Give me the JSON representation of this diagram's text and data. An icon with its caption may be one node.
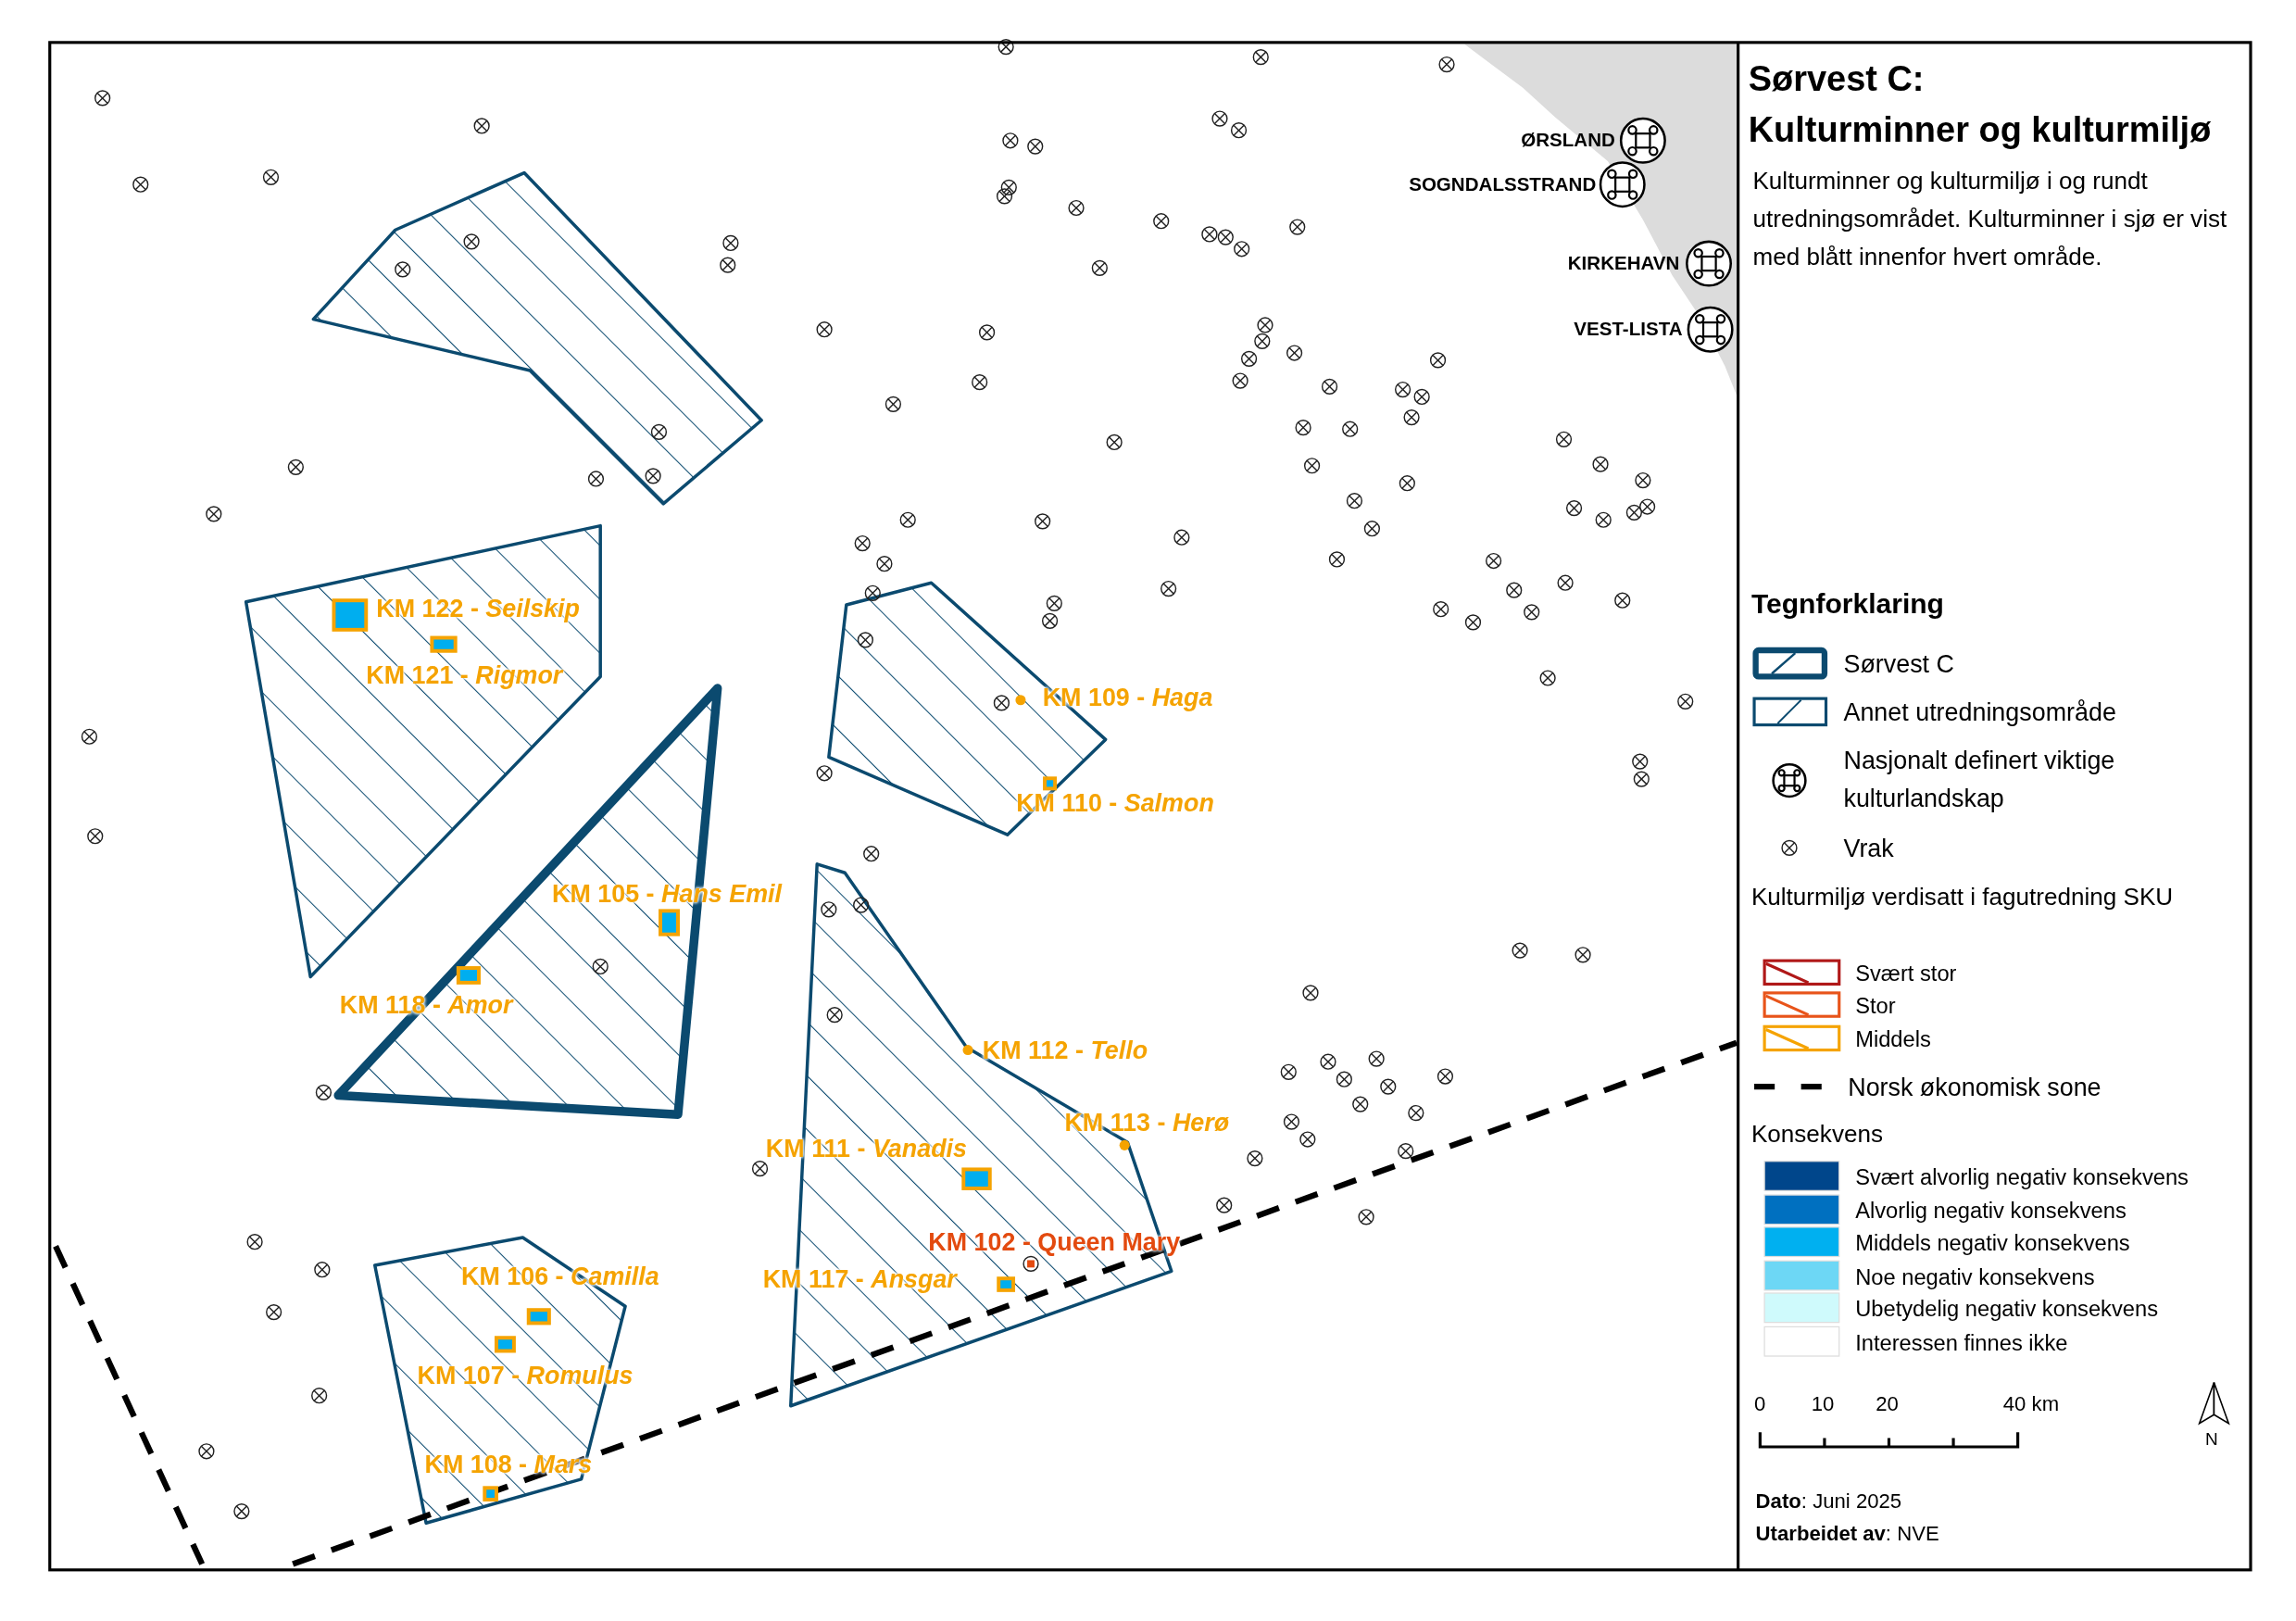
{
  "diagram": {
    "title": "Sørvest C: Kulturminner og kulturmiljø",
    "labels": [
      "Kulturminner og kulturmiljø i og rundt utredningsområdet. Kulturminner i sjø er vist med blått innenfor hvert område.",
      "ØRSLAND",
      "SOGNDALSSTRAND",
      "KIRKEHAVN",
      "VEST-LISTA",
      "KM 122 - *Seilskip*",
      "KM 121 - *Rigmor*",
      "KM 109 - *Haga*",
      "KM 110 - *Salmon*",
      "KM 105 - *Hans Emil*",
      "KM 118 - *Amor*",
      "KM 112 - *Tello*",
      "KM 113 - *Herø*",
      "KM 111 - *Vanadis*",
      "KM 102 - Queen Mary",
      "KM 106 - *Camilla*",
      "KM 117 - *Ansgar*",
      "KM 107 - *Romulus*",
      "KM 108 - *Mars*",
      "Tegnforklaring",
      "Kulturmiljø verdisatt i fagutredning SKU",
      "Konsekvens",
      "0",
      "10",
      "20",
      "40 km",
      "N",
      "**Dato**: Juni 2025",
      "**Utarbeidet av**: NVE"
    ],
    "legend": [
      {
        "text": "Sørvest C"
      },
      {
        "text": "Annet utredningsområde"
      },
      {
        "text": "Nasjonalt definert viktige kulturlandskap"
      },
      {
        "text": "Vrak"
      },
      {
        "text": "Svært stor"
      },
      {
        "text": "Stor"
      },
      {
        "text": "Middels"
      },
      {
        "text": "Norsk økonomisk sone"
      },
      {
        "text": "Svært alvorlig negativ konsekvens",
        "color": "#00468b"
      },
      {
        "text": "Alvorlig negativ konsekvens",
        "color": "#0070c0"
      },
      {
        "text": "Middels negativ konsekvens",
        "color": "#00b0f0"
      },
      {
        "text": "Noe negativ konsekvens",
        "color": "#6dd7f5"
      },
      {
        "text": "Ubetydelig negativ konsekvens",
        "color": "#cffafc"
      },
      {
        "text": "Interessen finnes ikke",
        "color": "#ffffff"
      }
    ]
  }
}
